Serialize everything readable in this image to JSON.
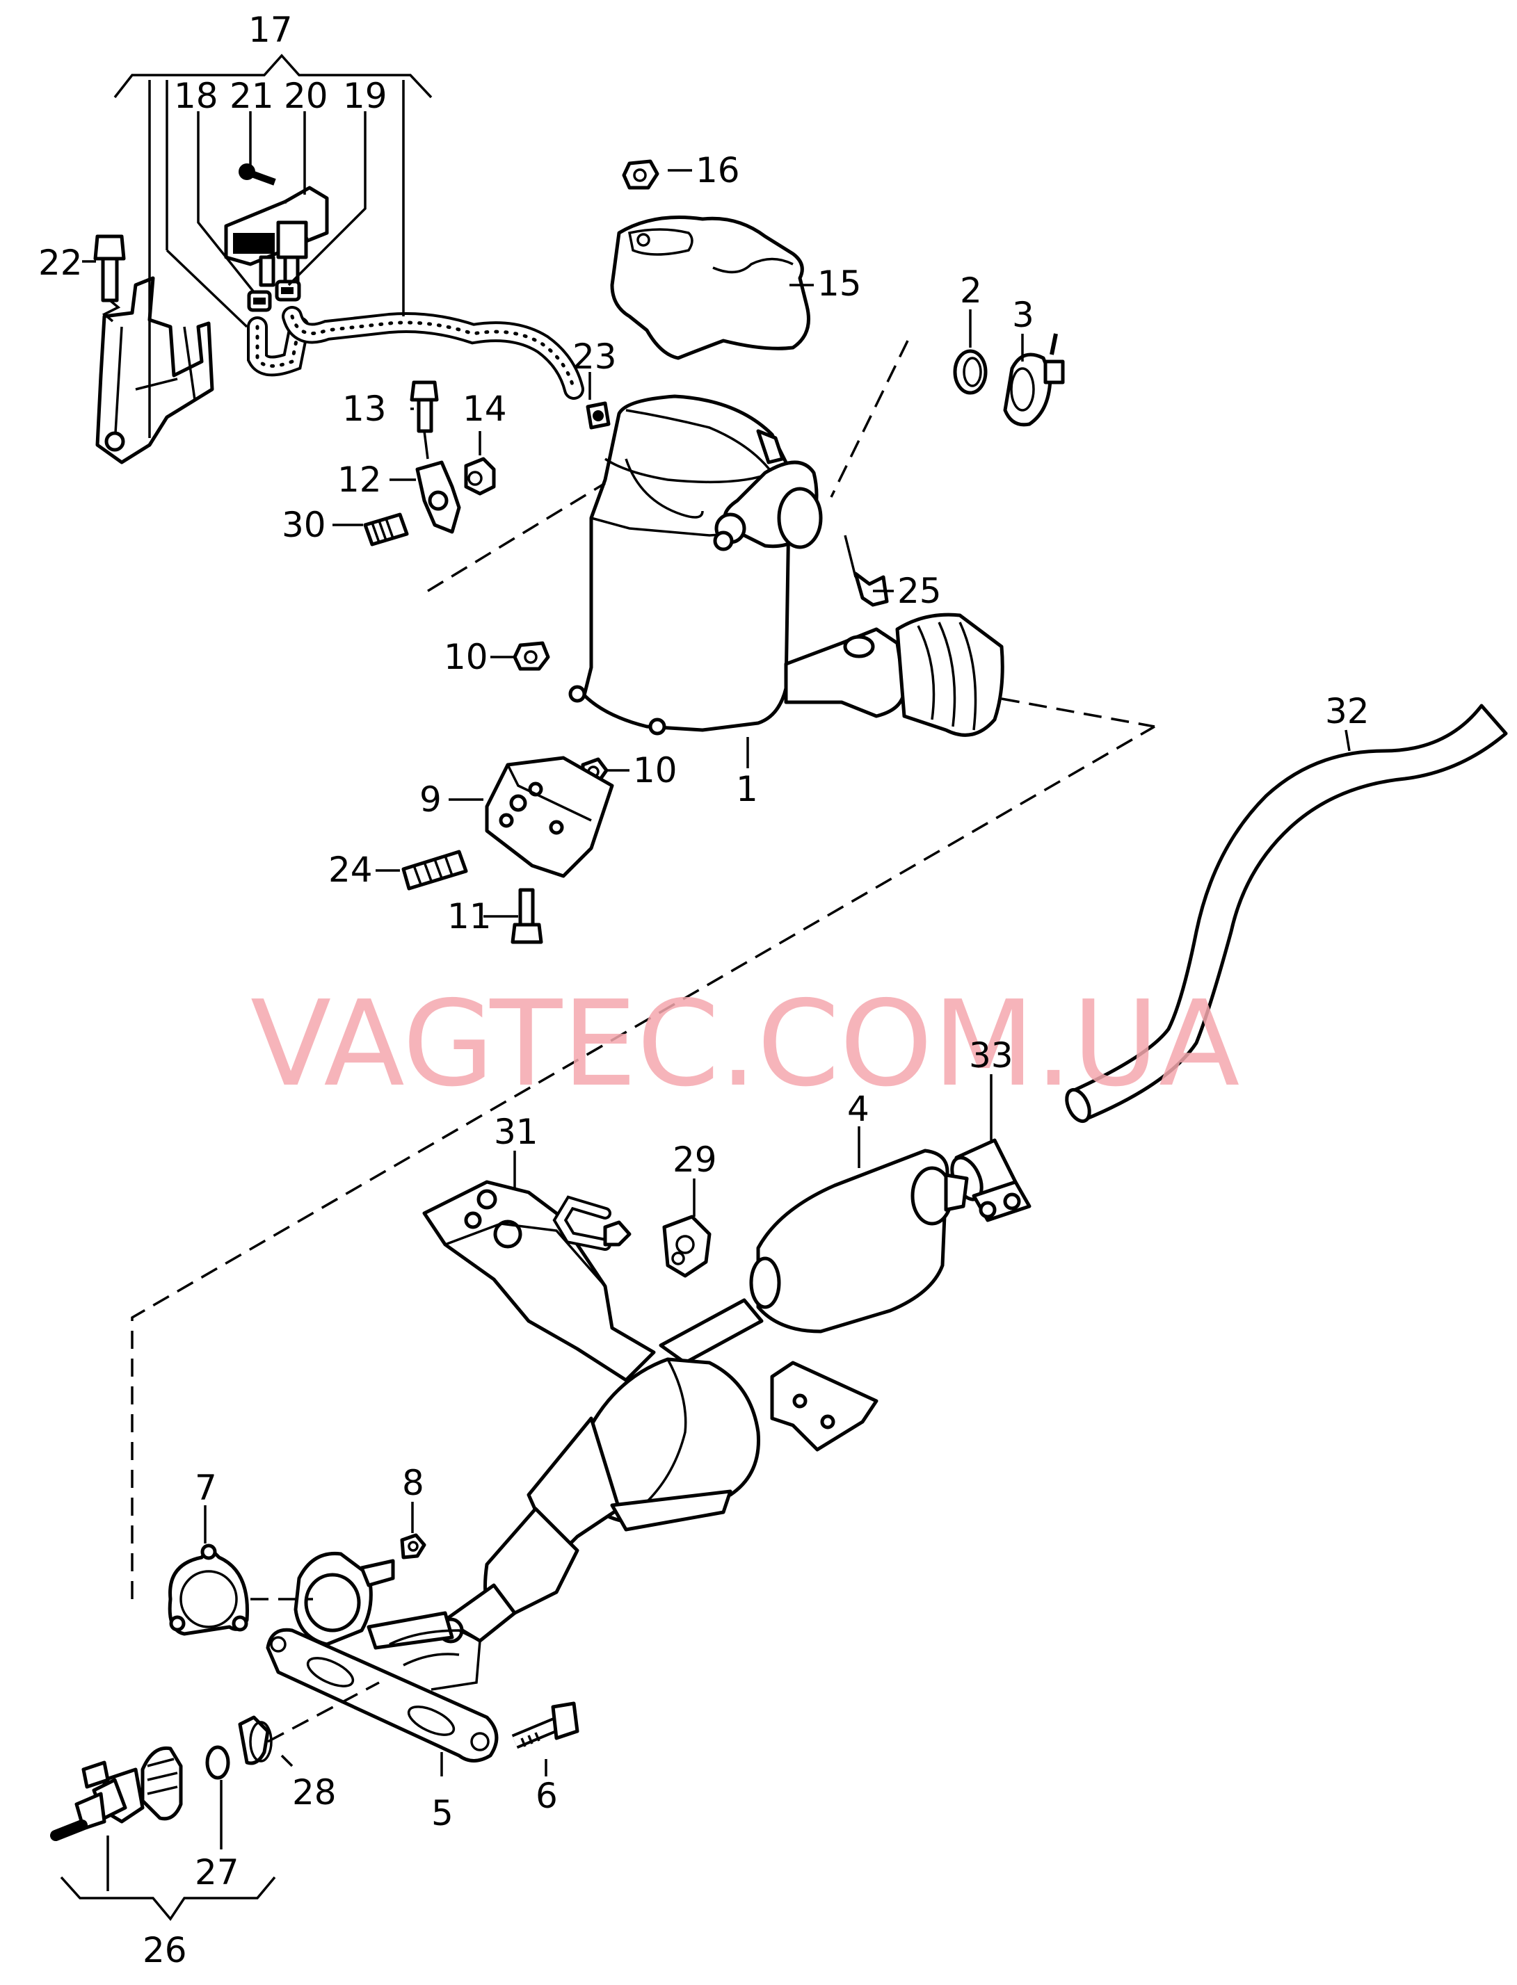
{
  "watermark": "VAGTEC.COM.UA",
  "callouts": {
    "c1": "1",
    "c2": "2",
    "c3": "3",
    "c4": "4",
    "c5": "5",
    "c6": "6",
    "c7": "7",
    "c8": "8",
    "c9": "9",
    "c10a": "10",
    "c10b": "10",
    "c11": "11",
    "c12": "12",
    "c13": "13",
    "c14": "14",
    "c15": "15",
    "c16": "16",
    "c17": "17",
    "c18": "18",
    "c19": "19",
    "c20": "20",
    "c21": "21",
    "c22": "22",
    "c23": "23",
    "c24": "24",
    "c25": "25",
    "c26": "26",
    "c27": "27",
    "c28": "28",
    "c29": "29",
    "c30": "30",
    "c31": "31",
    "c32": "32",
    "c33": "33"
  },
  "colors": {
    "line": "#000000",
    "background": "#ffffff",
    "watermark": "#f5a8ae"
  }
}
